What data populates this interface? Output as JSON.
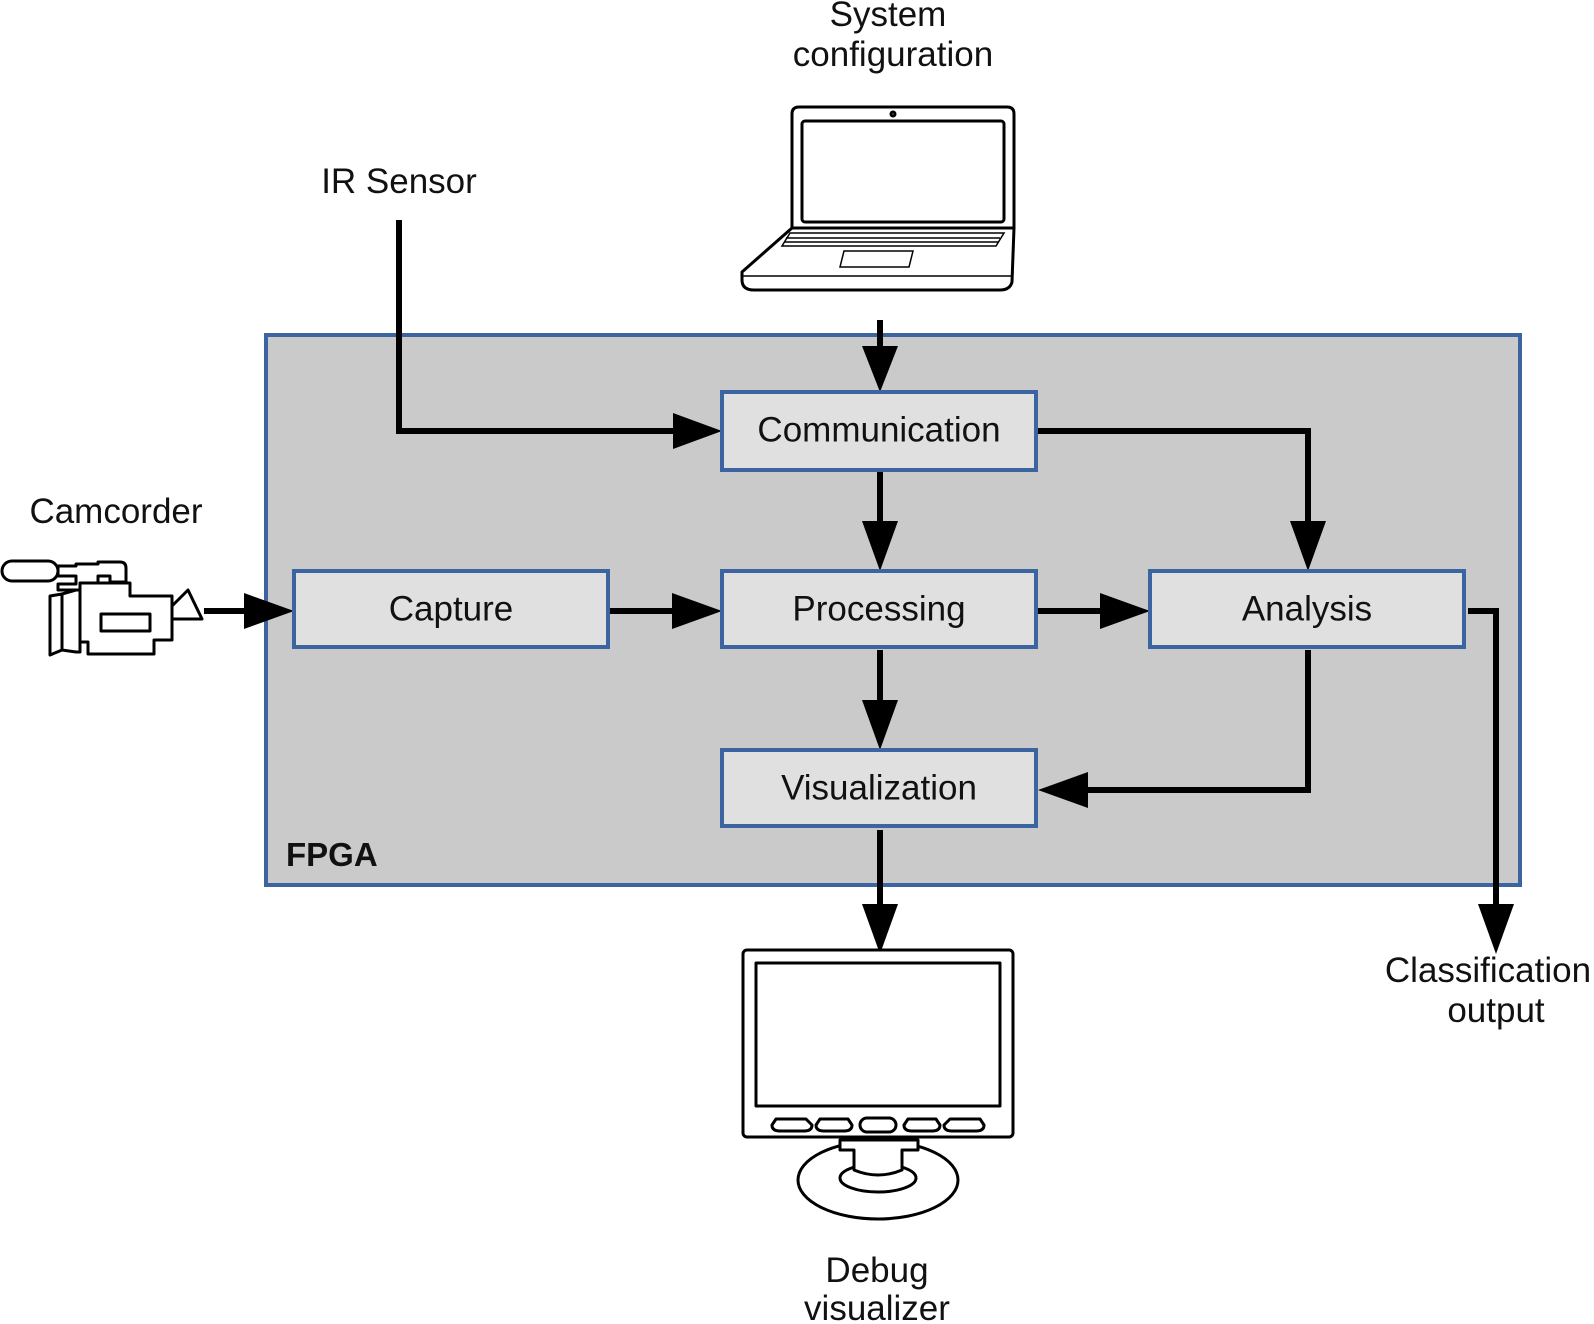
{
  "diagram": {
    "container_label": "FPGA",
    "blocks": {
      "communication": "Communication",
      "capture": "Capture",
      "processing": "Processing",
      "analysis": "Analysis",
      "visualization": "Visualization"
    },
    "external": {
      "system_configuration": [
        "System",
        "configuration"
      ],
      "ir_sensor": "IR Sensor",
      "camcorder": "Camcorder",
      "classification_output": [
        "Classification",
        "output"
      ],
      "debug_visualizer": [
        "Debug",
        "visualizer"
      ]
    },
    "icons": {
      "laptop": "laptop-icon",
      "camcorder": "camcorder-icon",
      "monitor": "monitor-icon"
    },
    "colors": {
      "container_fill": "#cacaca",
      "block_fill": "#e0e0e0",
      "border": "#3c64a0",
      "arrow": "#000000"
    }
  }
}
